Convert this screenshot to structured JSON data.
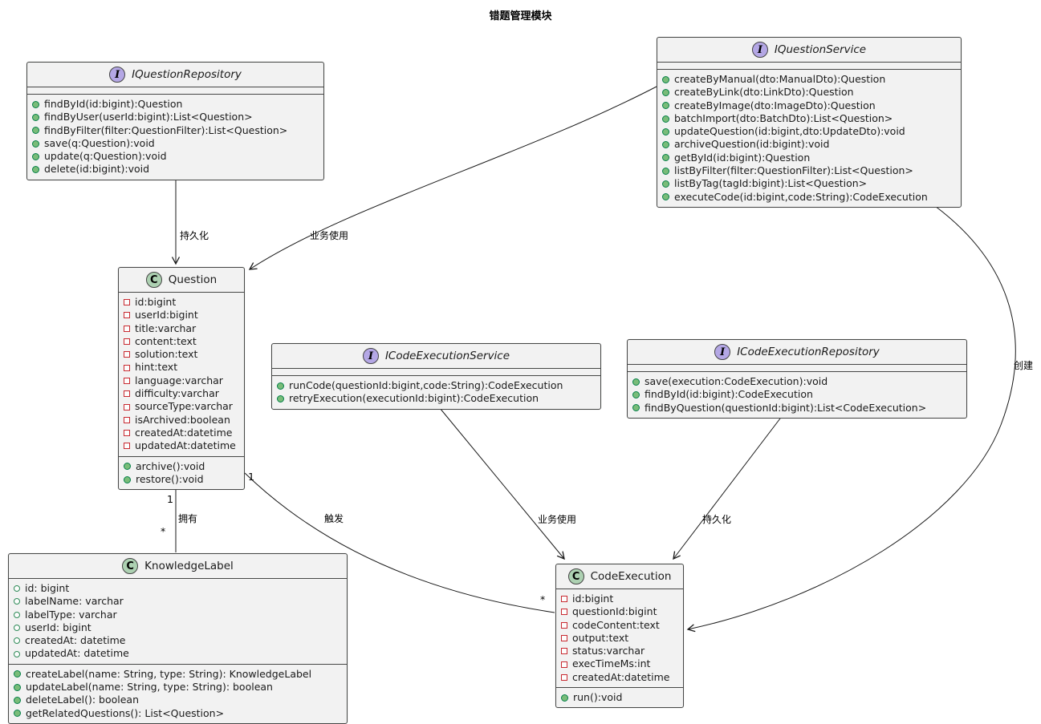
{
  "title": "错题管理模块",
  "colors": {
    "box_fill": "#F2F2F2",
    "box_border": "#454645",
    "interface_badge": "#B4A7E5",
    "class_badge": "#ADD1B2",
    "private_field": "#C82930",
    "public_method": "#038048",
    "edge": "#181818"
  },
  "classes": {
    "iQuestionRepository": {
      "badge": "I",
      "name": "IQuestionRepository",
      "methods": [
        "findById(id:bigint):Question",
        "findByUser(userId:bigint):List<Question>",
        "findByFilter(filter:QuestionFilter):List<Question>",
        "save(q:Question):void",
        "update(q:Question):void",
        "delete(id:bigint):void"
      ]
    },
    "iQuestionService": {
      "badge": "I",
      "name": "IQuestionService",
      "methods": [
        "createByManual(dto:ManualDto):Question",
        "createByLink(dto:LinkDto):Question",
        "createByImage(dto:ImageDto):Question",
        "batchImport(dto:BatchDto):List<Question>",
        "updateQuestion(id:bigint,dto:UpdateDto):void",
        "archiveQuestion(id:bigint):void",
        "getById(id:bigint):Question",
        "listByFilter(filter:QuestionFilter):List<Question>",
        "listByTag(tagId:bigint):List<Question>",
        "executeCode(id:bigint,code:String):CodeExecution"
      ]
    },
    "question": {
      "badge": "C",
      "name": "Question",
      "attrs": [
        "id:bigint",
        "userId:bigint",
        "title:varchar",
        "content:text",
        "solution:text",
        "hint:text",
        "language:varchar",
        "difficulty:varchar",
        "sourceType:varchar",
        "isArchived:boolean",
        "createdAt:datetime",
        "updatedAt:datetime"
      ],
      "methods": [
        "archive():void",
        "restore():void"
      ]
    },
    "iCodeExecutionService": {
      "badge": "I",
      "name": "ICodeExecutionService",
      "methods": [
        "runCode(questionId:bigint,code:String):CodeExecution",
        "retryExecution(executionId:bigint):CodeExecution"
      ]
    },
    "iCodeExecutionRepository": {
      "badge": "I",
      "name": "ICodeExecutionRepository",
      "methods": [
        "save(execution:CodeExecution):void",
        "findById(id:bigint):CodeExecution",
        "findByQuestion(questionId:bigint):List<CodeExecution>"
      ]
    },
    "knowledgeLabel": {
      "badge": "C",
      "name": "KnowledgeLabel",
      "attrs": [
        "id: bigint",
        "labelName: varchar",
        "labelType: varchar",
        "userId: bigint",
        "createdAt: datetime",
        "updatedAt: datetime"
      ],
      "methods": [
        "createLabel(name: String, type: String): KnowledgeLabel",
        "updateLabel(name: String, type: String): boolean",
        "deleteLabel(): boolean",
        "getRelatedQuestions(): List<Question>"
      ]
    },
    "codeExecution": {
      "badge": "C",
      "name": "CodeExecution",
      "attrs": [
        "id:bigint",
        "questionId:bigint",
        "codeContent:text",
        "output:text",
        "status:varchar",
        "execTimeMs:int",
        "createdAt:datetime"
      ],
      "methods": [
        "run():void"
      ]
    }
  },
  "relations": {
    "persist_top": "持久化",
    "use_top": "业务使用",
    "own": "拥有",
    "own_from": "1",
    "own_to": "*",
    "trigger": "触发",
    "trigger_from": "1",
    "trigger_to": "*",
    "use_bottom": "业务使用",
    "persist_bottom": "持久化",
    "create": "创建"
  }
}
